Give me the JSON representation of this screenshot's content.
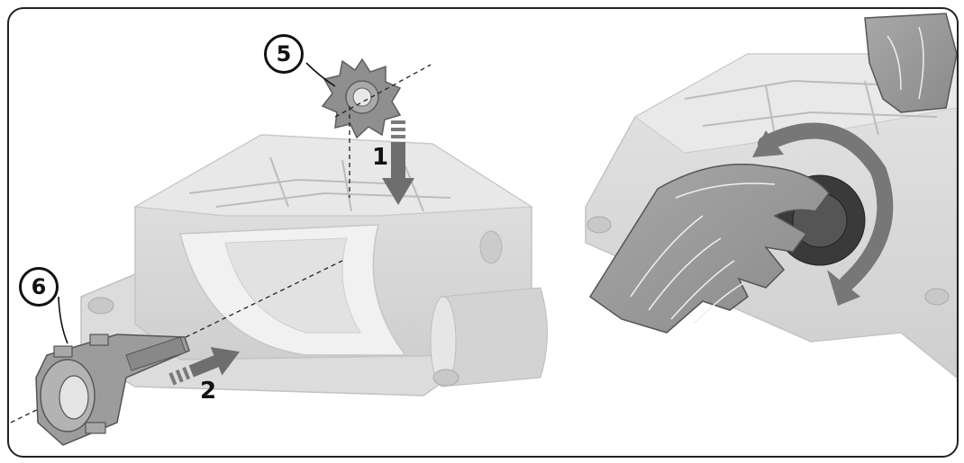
{
  "figure": {
    "callouts": [
      {
        "id": "callout-5",
        "label": "5"
      },
      {
        "id": "callout-6",
        "label": "6"
      }
    ],
    "steps": [
      {
        "id": "step-1",
        "label": "1"
      },
      {
        "id": "step-2",
        "label": "2"
      }
    ],
    "colors": {
      "housing": "#d9d9d9",
      "housing_shadow": "#bdbdbd",
      "parts": "#8f8f8f",
      "arrow": "#6e6e6e",
      "hand": "#9a9a9a",
      "outline": "#222222"
    },
    "icons": [
      "sprocket-icon",
      "coupling-icon",
      "hand-icon",
      "rotation-arrow-icon"
    ]
  }
}
